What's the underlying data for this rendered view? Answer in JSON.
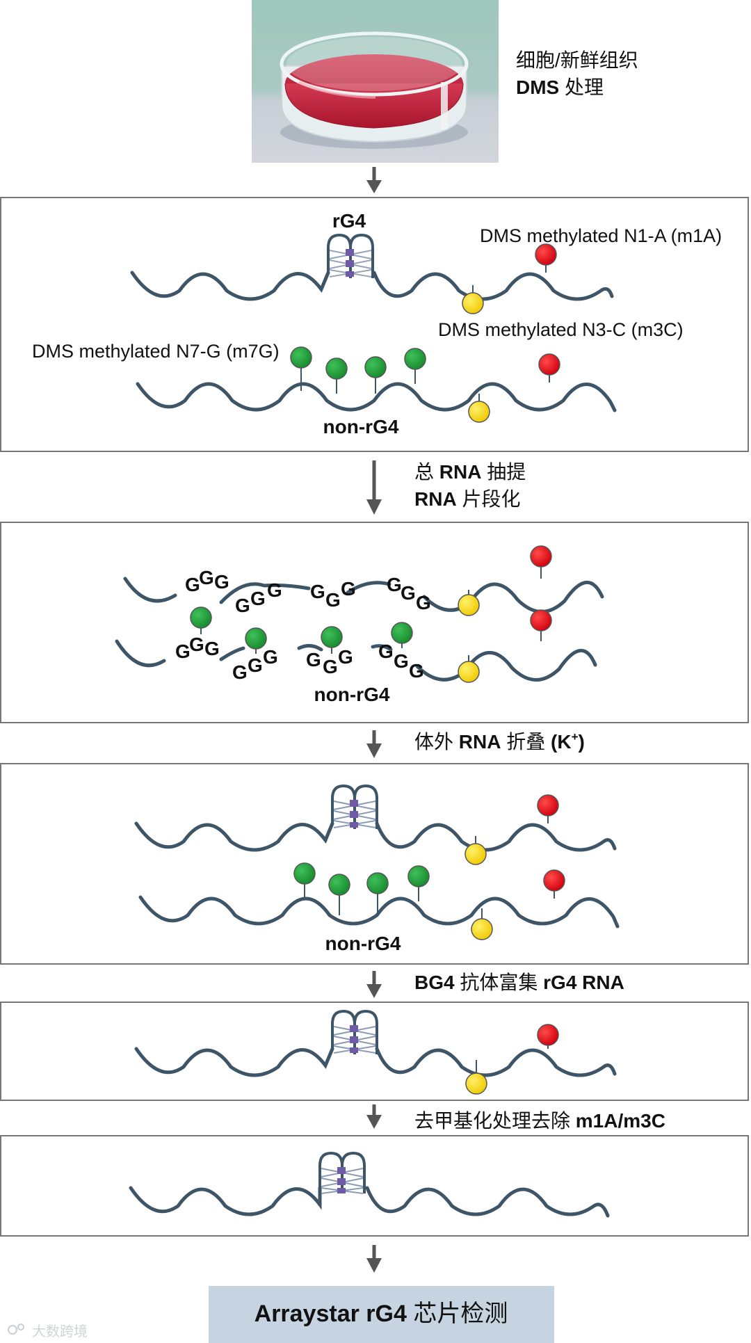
{
  "step0": {
    "caption_line1": "细胞/新鲜组织",
    "caption_line2_bold": "DMS",
    "caption_line2_rest": " 处理"
  },
  "panel1": {
    "rg4_label": "rG4",
    "nonrg4_label": "non-rG4",
    "m1a_label": "DMS methylated N1-A (m1A)",
    "m3c_label": "DMS methylated N3-C (m3C)",
    "m7g_label": "DMS methylated N7-G (m7G)"
  },
  "step1": {
    "line1_pre": "总 ",
    "line1_bold": "RNA",
    "line1_post": " 抽提",
    "line2_bold": "RNA",
    "line2_post": " 片段化"
  },
  "panel2": {
    "nonrg4_label": "non-rG4",
    "g_letter": "G"
  },
  "step2": {
    "pre": "体外 ",
    "bold1": "RNA",
    "mid": " 折叠 ",
    "bold2": "(K",
    "sup": "+",
    "bold3": ")"
  },
  "panel3": {
    "nonrg4_label": "non-rG4"
  },
  "step3": {
    "bold1": "BG4",
    "mid": " 抗体富集 ",
    "bold2": "rG4 RNA"
  },
  "step4": {
    "pre": "去甲基化处理去除 ",
    "bold": "m1A/m3C"
  },
  "final": {
    "bold": "Arraystar rG4",
    "rest": " 芯片检测"
  },
  "watermark": "大数跨境",
  "colors": {
    "strand": "#3d5566",
    "m1a_red": "#e0111b",
    "m3c_yellow": "#f5d31a",
    "m7g_green": "#1e9a36",
    "box_border": "#777777",
    "arrow": "#555555",
    "final_box": "#c5d4e0",
    "dish_bg": "#9fc8bd",
    "medium": "#c8203a"
  }
}
